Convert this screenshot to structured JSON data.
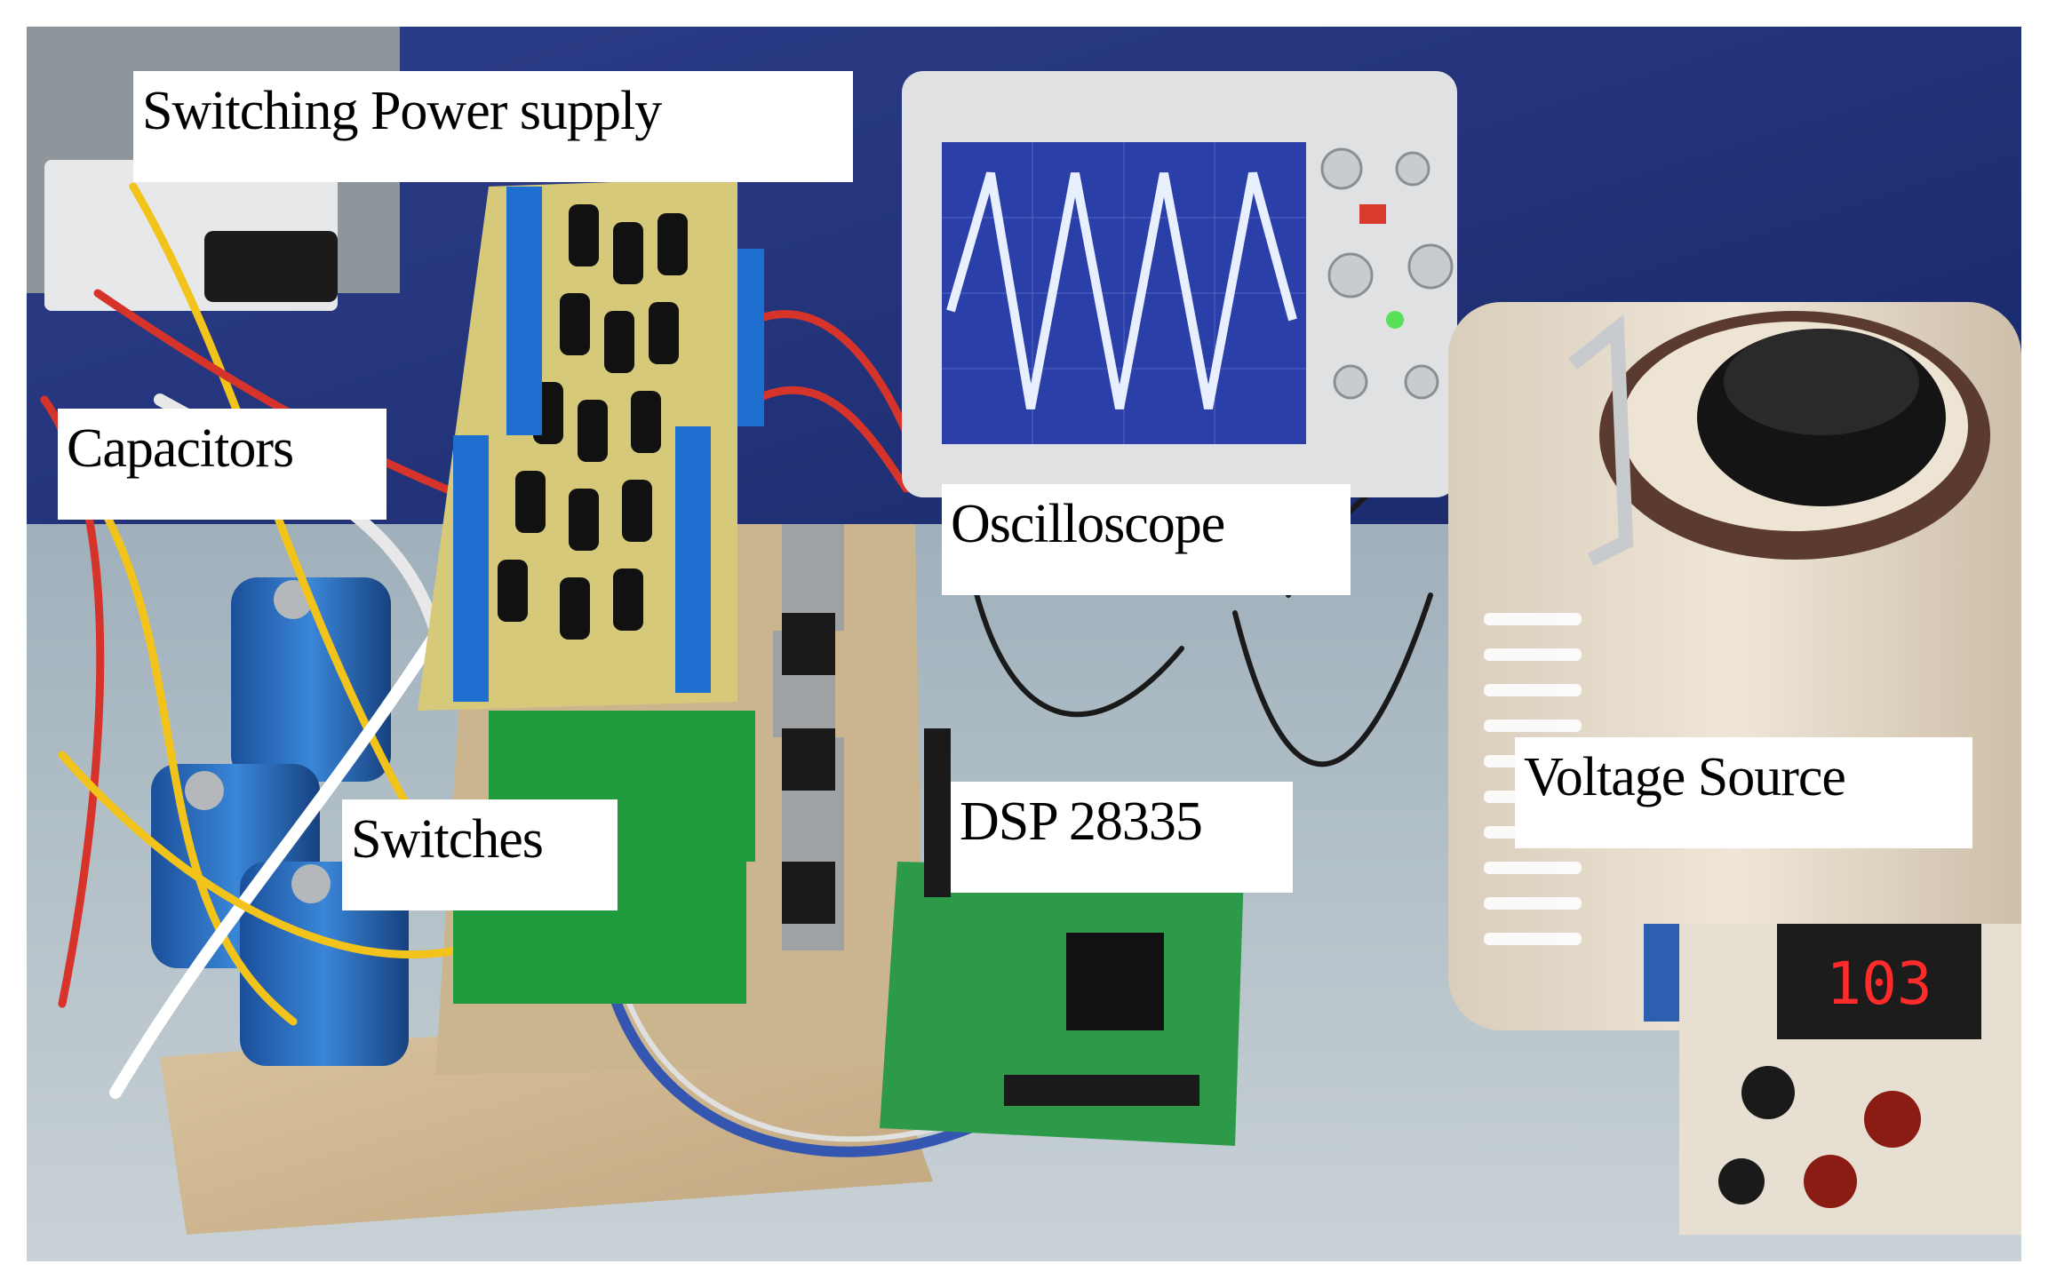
{
  "labels": {
    "switching_power_supply": "Switching Power supply",
    "capacitors": "Capacitors",
    "oscilloscope": "Oscilloscope",
    "switches": "Switches",
    "dsp": "DSP 28335",
    "voltage_source": "Voltage Source"
  },
  "voltage_display": "103",
  "colors": {
    "label_background": "#ffffff",
    "display_digits": "#ff2a2a",
    "scope_trace": "#e8f0ff",
    "scope_screen": "#2b3fa8",
    "pcb_green": "#1f9a3c",
    "terminal_blue": "#1e6fd0"
  }
}
